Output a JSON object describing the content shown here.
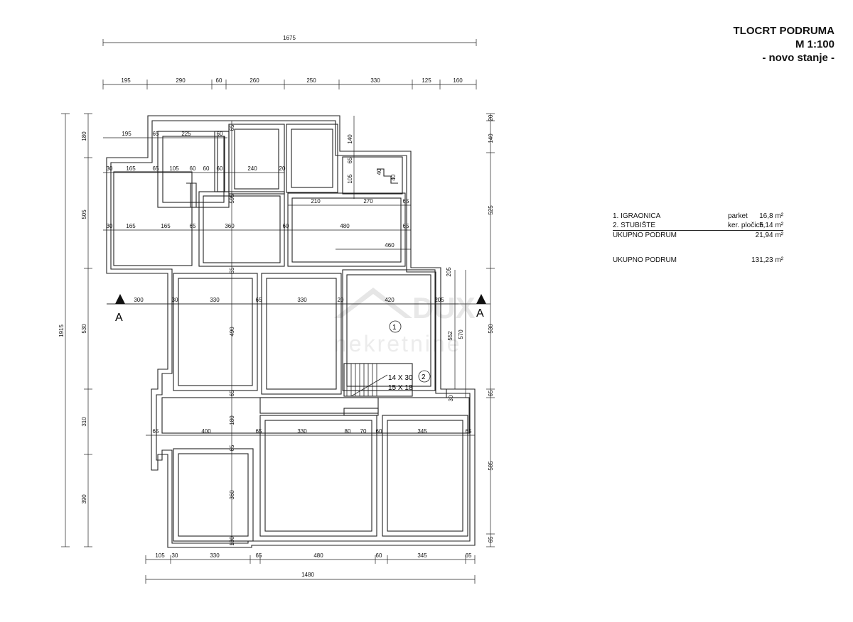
{
  "title": {
    "line1": "TLOCRT PODRUMA",
    "line2": "M 1:100",
    "line3": "- novo stanje -"
  },
  "legend": {
    "rooms": [
      {
        "name": "1. IGRAONICA",
        "material": "parket",
        "area": "16,8  m²"
      },
      {
        "name": "2. STUBIŠTE",
        "material": "ker. pločice",
        "area": "5,14  m²"
      }
    ],
    "subtotal": {
      "label": "UKUPNO PODRUM",
      "area": "21,94  m²"
    },
    "total": {
      "label": "UKUPNO PODRUM",
      "area": "131,23  m²"
    }
  },
  "section_marks": {
    "left": "A",
    "right": "A"
  },
  "room_markers": [
    "1",
    "2"
  ],
  "stair_spec": [
    "14 X 30",
    "15 X 18"
  ],
  "watermark": {
    "line1": "DUX",
    "line2": "nekretnine"
  },
  "dims_overall_top": "1675",
  "dims_top": [
    "195",
    "290",
    "60",
    "260",
    "250",
    "330",
    "125",
    "160"
  ],
  "dims_row1": [
    "195",
    "65",
    "225",
    "60",
    "65"
  ],
  "dims_row2": [
    "30",
    "165",
    "65",
    "105",
    "60",
    "60",
    "60",
    "240",
    "20"
  ],
  "dims_row3": [
    "210",
    "270",
    "65"
  ],
  "dims_row4": [
    "30",
    "165",
    "165",
    "65",
    "360",
    "60",
    "480",
    "65"
  ],
  "dims_row5": [
    "460"
  ],
  "dims_section": [
    "300",
    "30",
    "330",
    "65",
    "330",
    "20",
    "420",
    "205"
  ],
  "dims_row6": [
    "65",
    "400",
    "65",
    "330",
    "80",
    "70",
    "60",
    "345",
    "65"
  ],
  "dims_bottom": [
    "105",
    "30",
    "330",
    "65",
    "480",
    "60",
    "345",
    "65"
  ],
  "dims_overall_bottom": "1480",
  "dims_left_outer": "1915",
  "dims_left": [
    "180",
    "505",
    "530",
    "310",
    "390"
  ],
  "dims_right": [
    "20",
    "140",
    "525",
    "530",
    "65",
    "585",
    "65"
  ],
  "dims_vertical_inner": [
    "65",
    "595",
    "65",
    "490",
    "65",
    "180",
    "65",
    "360",
    "130",
    "140",
    "65",
    "105",
    "40",
    "40",
    "205",
    "552",
    "570",
    "30"
  ]
}
